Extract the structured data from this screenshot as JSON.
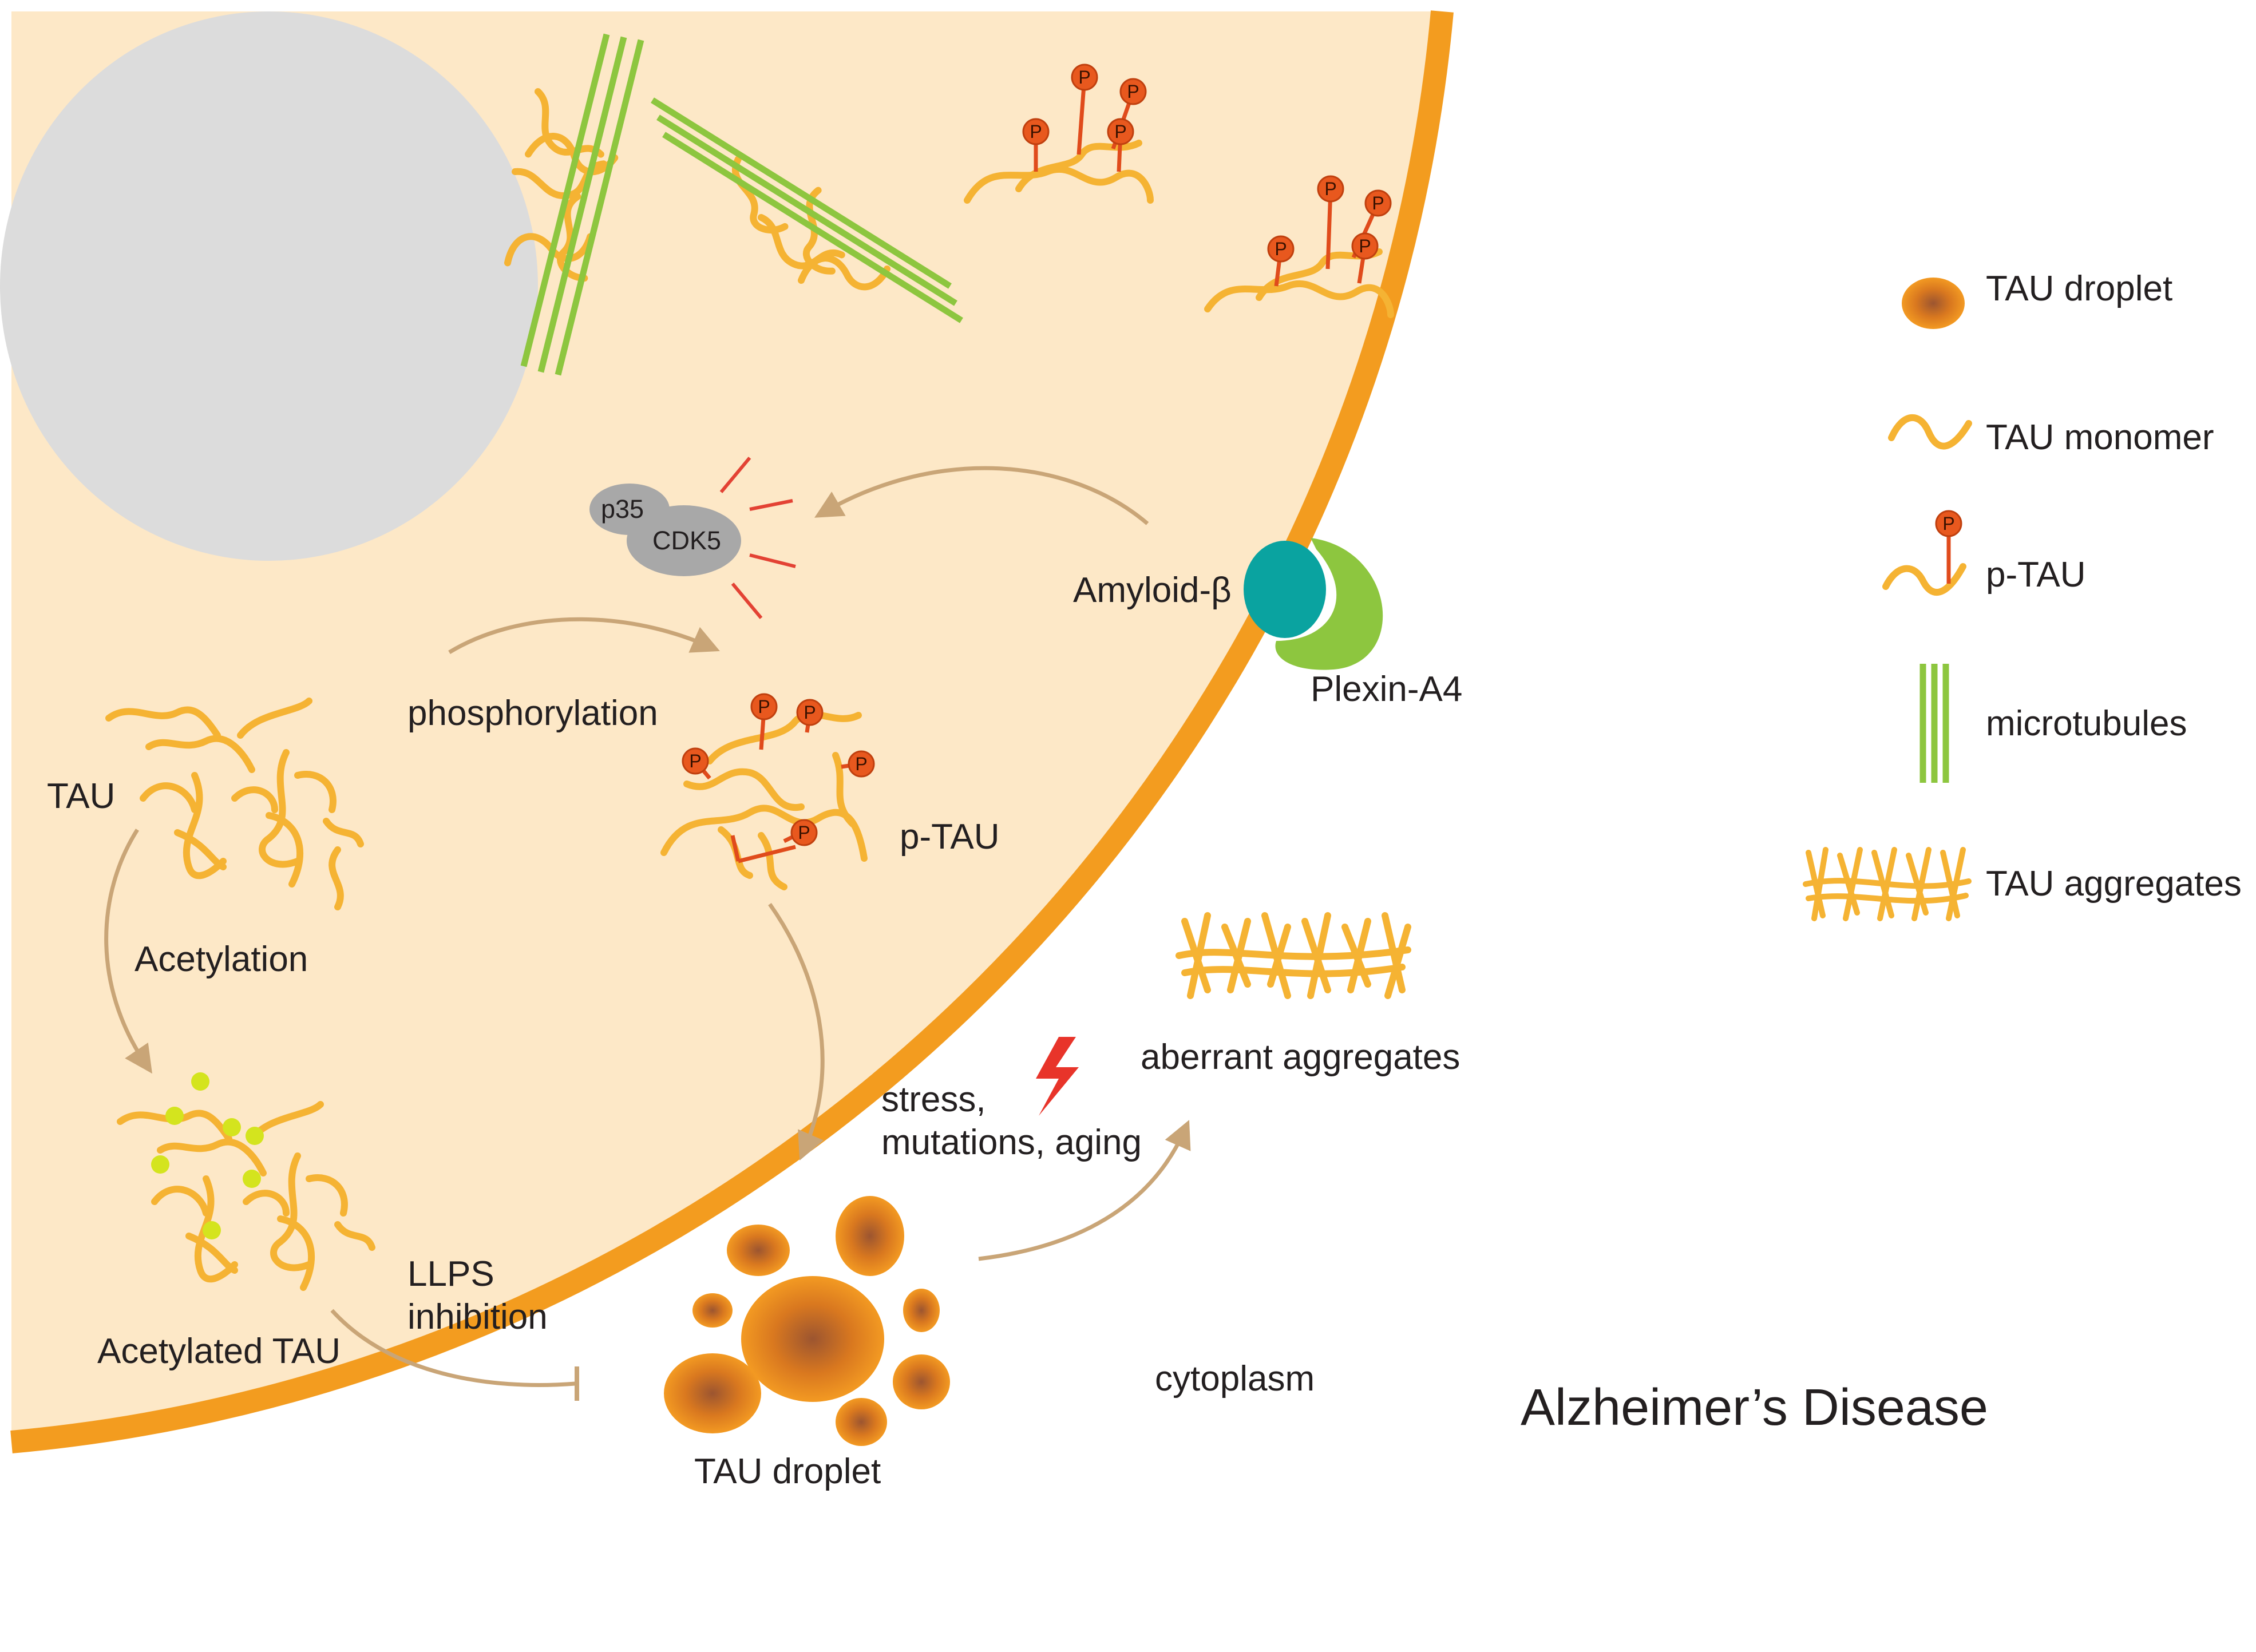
{
  "title": "Alzheimer’s Disease",
  "labels": {
    "tau": "TAU",
    "acetylation": "Acetylation",
    "acetylated_tau": "Acetylated TAU",
    "llps": "LLPS",
    "inhibition": "inhibition",
    "phosphorylation": "phosphorylation",
    "p_tau": "p-TAU",
    "p35": "p35",
    "cdk5": "CDK5",
    "amyloid": "Amyloid-β",
    "plexin": "Plexin-A4",
    "stress_line1": "stress,",
    "stress_line2": "mutations, aging",
    "aberrant": "aberrant aggregates",
    "tau_droplet": "TAU droplet",
    "cytoplasm": "cytoplasm",
    "p_symbol": "P"
  },
  "legend": [
    {
      "icon": "droplet",
      "label": "TAU droplet"
    },
    {
      "icon": "monomer",
      "label": "TAU monomer"
    },
    {
      "icon": "p-tau",
      "label": "p-TAU"
    },
    {
      "icon": "microtubules",
      "label": "microtubules"
    },
    {
      "icon": "aggregates",
      "label": "TAU aggregates"
    }
  ],
  "colors": {
    "cytoplasm": "#fde8c7",
    "membrane": "#f39c1f",
    "nucleus": "#dcdcdc",
    "tau": "#f5b333",
    "microtubule": "#8dc63f",
    "phosphate": "#e8581e",
    "droplet_center": "#a0522d",
    "droplet_edge": "#f08a1a",
    "arrow": "#c9a577",
    "amyloid": "#0aa3a0",
    "plexin": "#8dc63f",
    "acetyl": "#d4e41e",
    "bolt": "#e8342a"
  }
}
